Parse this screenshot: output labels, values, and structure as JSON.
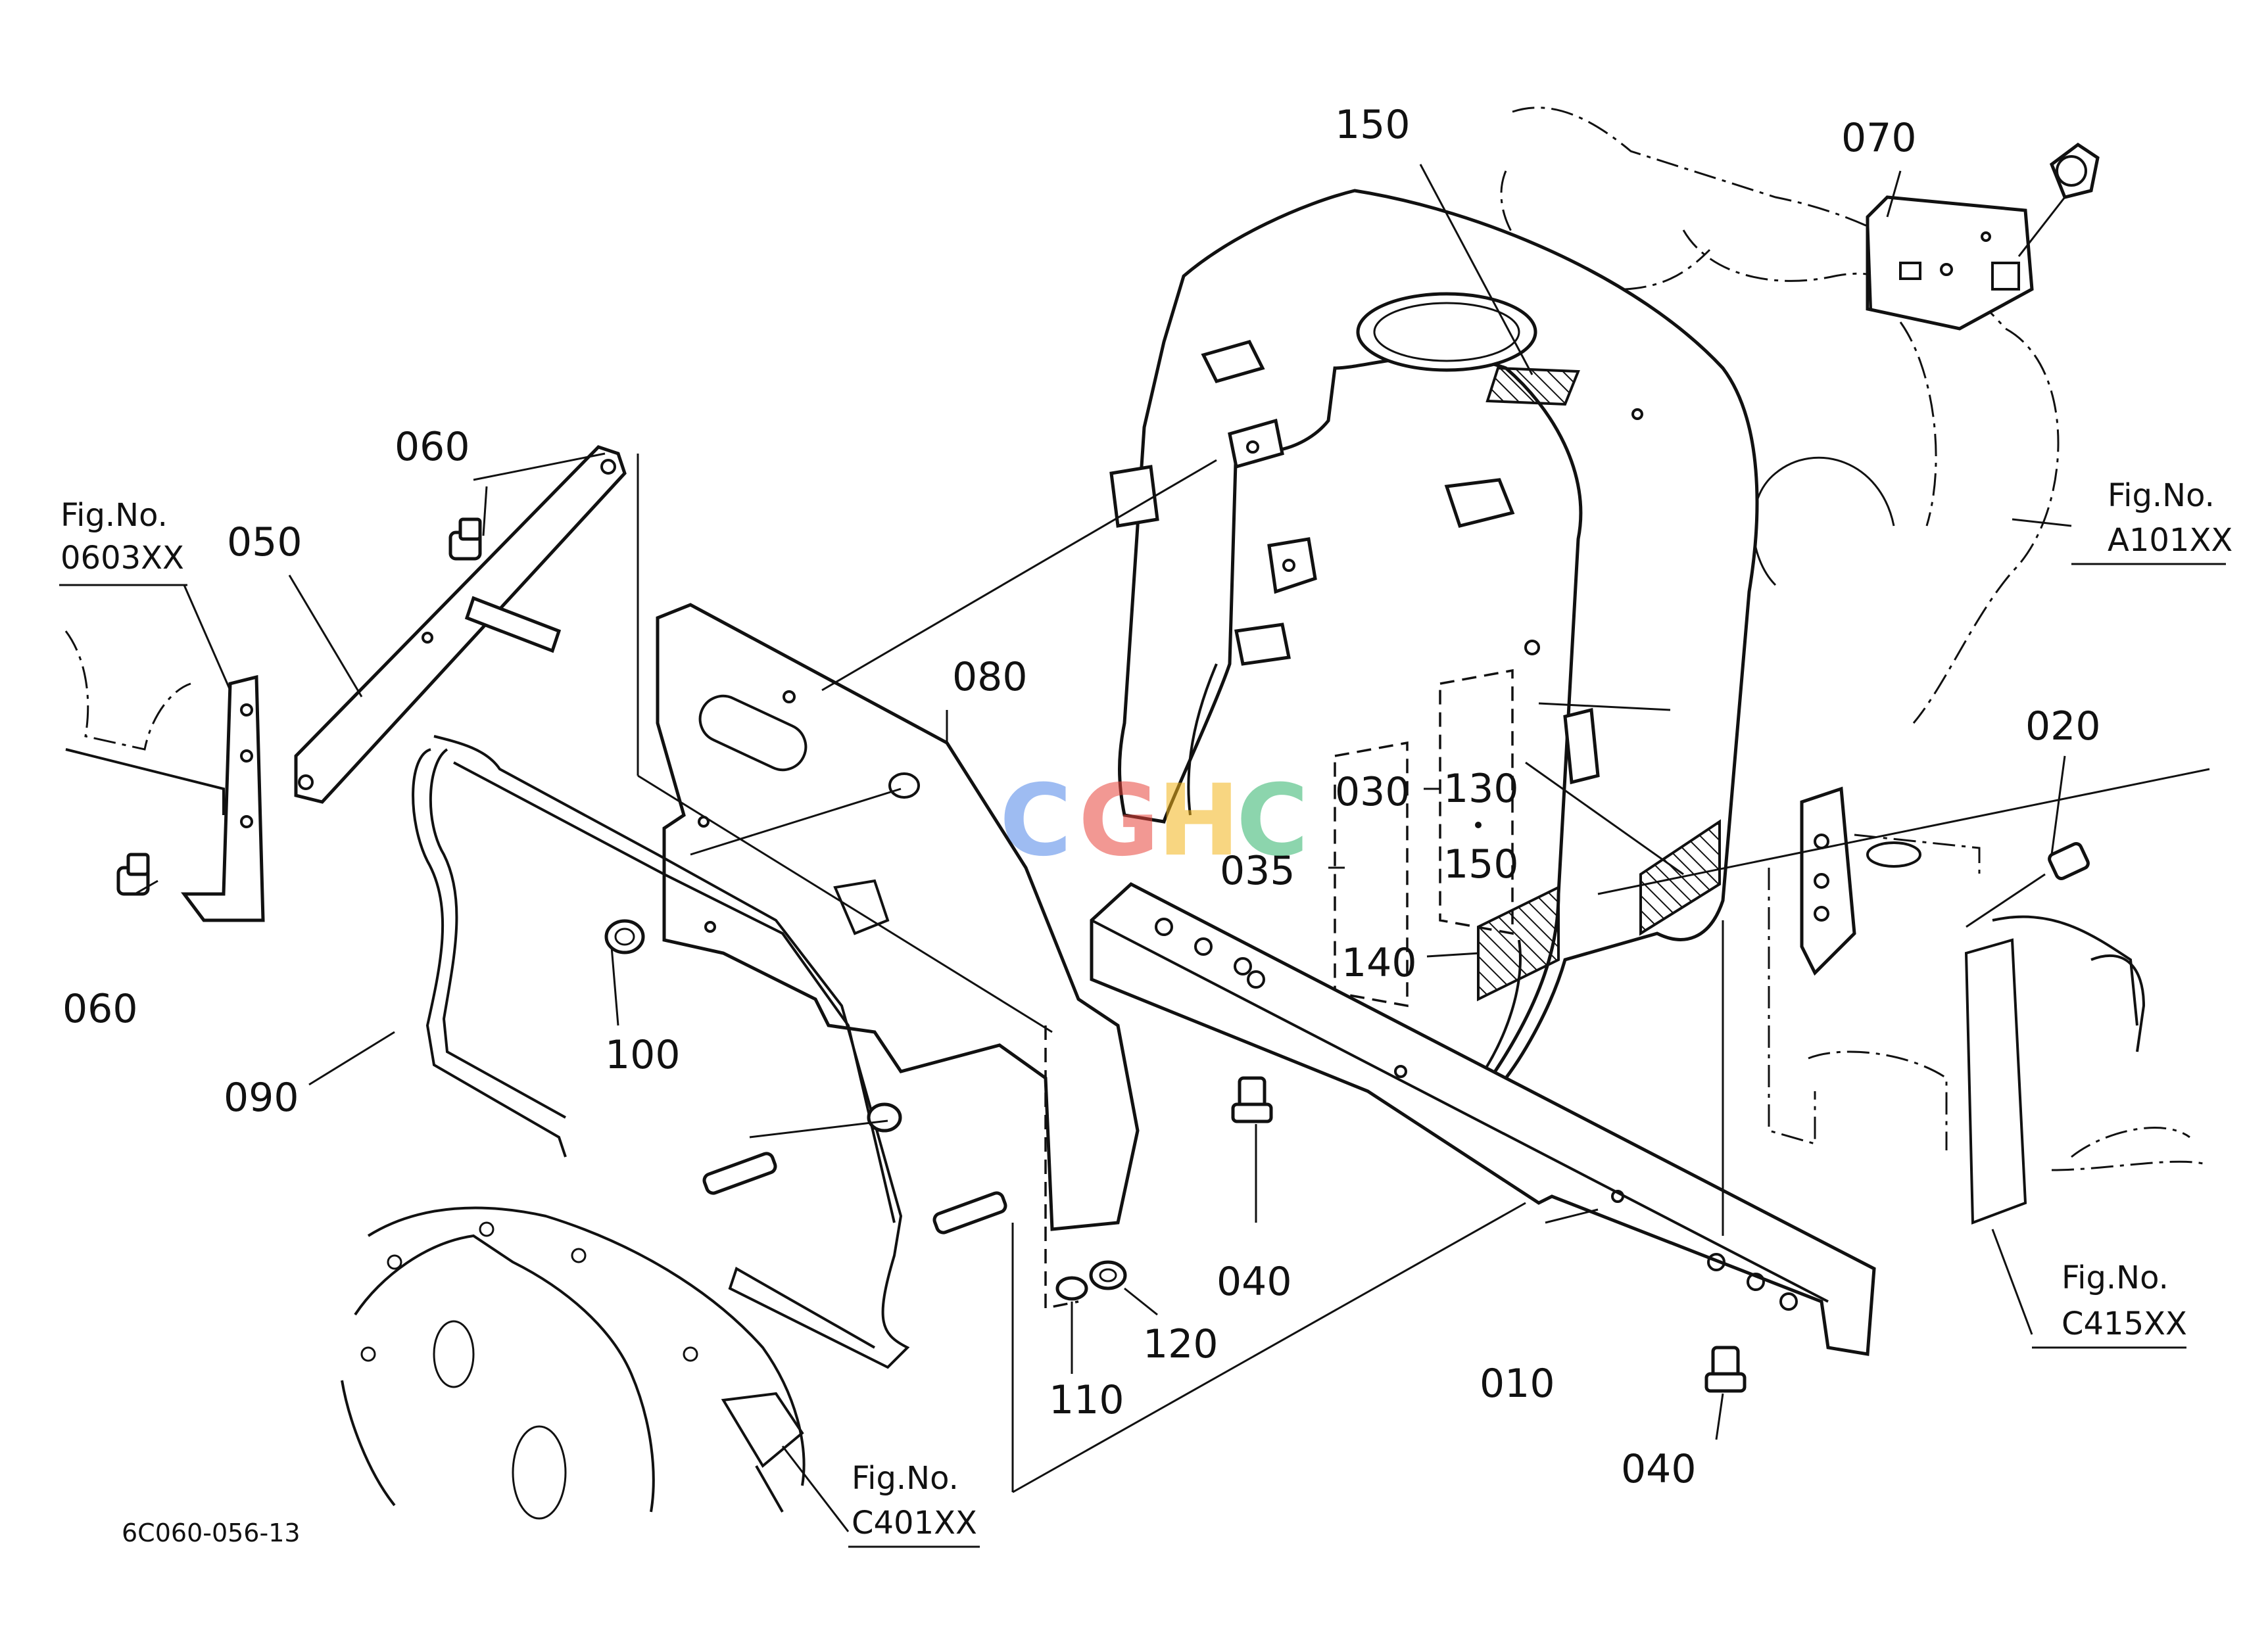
{
  "diagram": {
    "code": "6C060-056-13",
    "watermark": {
      "letters": [
        "C",
        "G",
        "H",
        "C"
      ],
      "colors": [
        "#4f86e8",
        "#e8453c",
        "#f3b51b",
        "#2fb36b"
      ]
    },
    "part_numbers": {
      "p010": "010",
      "p020": "020",
      "p030": "030",
      "p035": "035",
      "p040a": "040",
      "p040b": "040",
      "p050": "050",
      "p060a": "060",
      "p060b": "060",
      "p070": "070",
      "p080": "080",
      "p090": "090",
      "p100": "100",
      "p110": "110",
      "p120": "120",
      "p130": "130",
      "p140": "140",
      "p150a": "150",
      "p150b": "150"
    },
    "fig_refs": {
      "r0603": {
        "title": "Fig.No.",
        "number": "0603XX"
      },
      "rA101": {
        "title": "Fig.No.",
        "number": "A101XX"
      },
      "rC415": {
        "title": "Fig.No.",
        "number": "C415XX"
      },
      "rC401": {
        "title": "Fig.No.",
        "number": "C401XX"
      }
    }
  }
}
